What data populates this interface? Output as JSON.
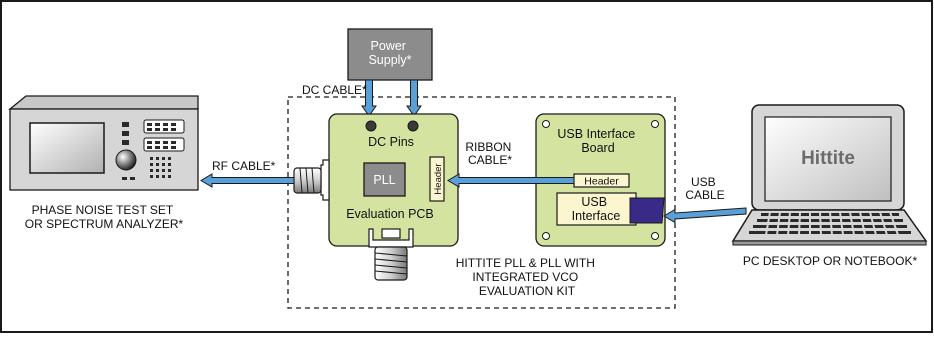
{
  "power_supply": {
    "lines": [
      "Power",
      "Supply*"
    ]
  },
  "dc_cable": {
    "label": "DC CABLE*"
  },
  "eval_pcb": {
    "dc_pins_label": "DC Pins",
    "chip_label": "PLL",
    "header_label": "Header",
    "board_label": "Evaluation PCB"
  },
  "usb_board": {
    "title_lines": [
      "USB Interface",
      "Board"
    ],
    "header_label": "Header",
    "interface_lines": [
      "USB",
      "Interface"
    ]
  },
  "ribbon_cable": {
    "lines": [
      "RIBBON",
      "CABLE*"
    ]
  },
  "rf_cable": {
    "label": "RF CABLE*"
  },
  "usb_cable": {
    "lines": [
      "USB",
      "CABLE"
    ]
  },
  "analyzer": {
    "caption_lines": [
      "PHASE NOISE TEST SET",
      "OR SPECTRUM ANALYZER*"
    ]
  },
  "laptop": {
    "brand": "Hittite",
    "caption": "PC DESKTOP OR NOTEBOOK*"
  },
  "kit": {
    "caption_lines": [
      "HITTITE PLL & PLL WITH",
      "INTEGRATED VCO",
      "EVALUATION KIT"
    ]
  },
  "colors": {
    "board_fill": "#d4e4a0",
    "power_fill": "#8c8c8c",
    "cable_blue": "#5aa0d8",
    "usb_connector": "#3a2a88",
    "frame": "#1a1a1a"
  }
}
